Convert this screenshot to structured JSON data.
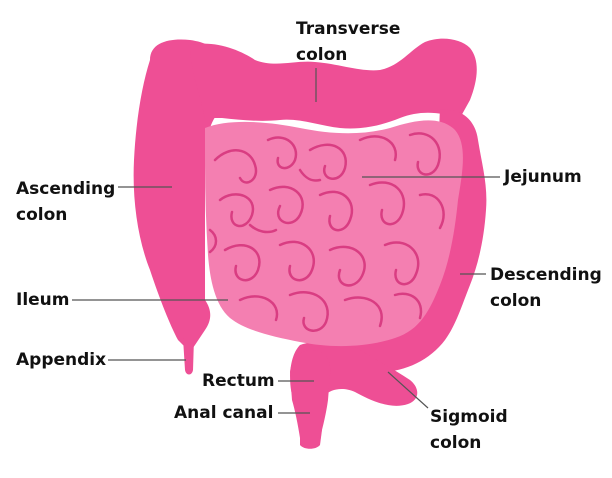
{
  "colors": {
    "colon": "#ee4f95",
    "colon_shadow": "#d83c80",
    "small_intestine": "#f47fb1",
    "intestine_lines": "#d93d82",
    "leader": "#555555",
    "text": "#111111"
  },
  "labels": {
    "transverse_colon": {
      "line1": "Transverse",
      "line2": "colon"
    },
    "jejunum": {
      "line1": "Jejunum"
    },
    "ascending_colon": {
      "line1": "Ascending",
      "line2": "colon"
    },
    "descending_colon": {
      "line1": "Descending",
      "line2": "colon"
    },
    "ileum": {
      "line1": "Ileum"
    },
    "appendix": {
      "line1": "Appendix"
    },
    "rectum": {
      "line1": "Rectum"
    },
    "anal_canal": {
      "line1": "Anal canal"
    },
    "sigmoid_colon": {
      "line1": "Sigmoid",
      "line2": "colon"
    }
  }
}
